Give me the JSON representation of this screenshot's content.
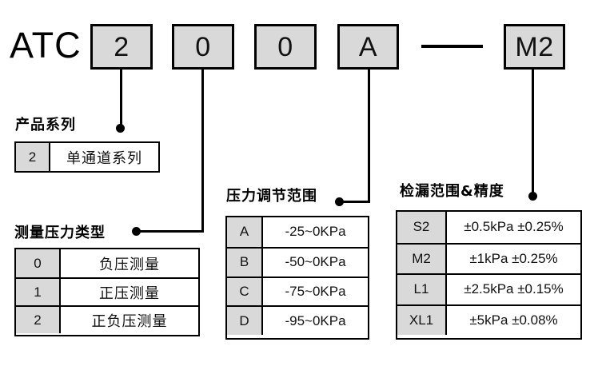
{
  "diagram": {
    "title_prefix": "ATC",
    "code_boxes": [
      {
        "value": "2"
      },
      {
        "value": "0"
      },
      {
        "value": "0"
      },
      {
        "value": "A"
      },
      {
        "value": "M2"
      }
    ],
    "separator": "—"
  },
  "sections": {
    "product_series": {
      "title": "产品系列",
      "rows": [
        {
          "code": "2",
          "desc": "单通道系列"
        }
      ]
    },
    "pressure_type": {
      "title": "测量压力类型",
      "rows": [
        {
          "code": "0",
          "desc": "负压测量"
        },
        {
          "code": "1",
          "desc": "正压测量"
        },
        {
          "code": "2",
          "desc": "正负压测量"
        }
      ]
    },
    "pressure_range": {
      "title": "压力调节范围",
      "rows": [
        {
          "code": "A",
          "desc": "-25~0KPa"
        },
        {
          "code": "B",
          "desc": "-50~0KPa"
        },
        {
          "code": "C",
          "desc": "-75~0KPa"
        },
        {
          "code": "D",
          "desc": "-95~0KPa"
        }
      ]
    },
    "leak_range": {
      "title": "检漏范围&精度",
      "rows": [
        {
          "code": "S2",
          "desc": "±0.5kPa ±0.25%"
        },
        {
          "code": "M2",
          "desc": "±1kPa ±0.25%"
        },
        {
          "code": "L1",
          "desc": "±2.5kPa ±0.15%"
        },
        {
          "code": "XL1",
          "desc": "±5kPa ±0.08%"
        }
      ]
    }
  },
  "colors": {
    "fill_gray": "#d9d9d9",
    "line_black": "#000000",
    "background": "#ffffff"
  }
}
